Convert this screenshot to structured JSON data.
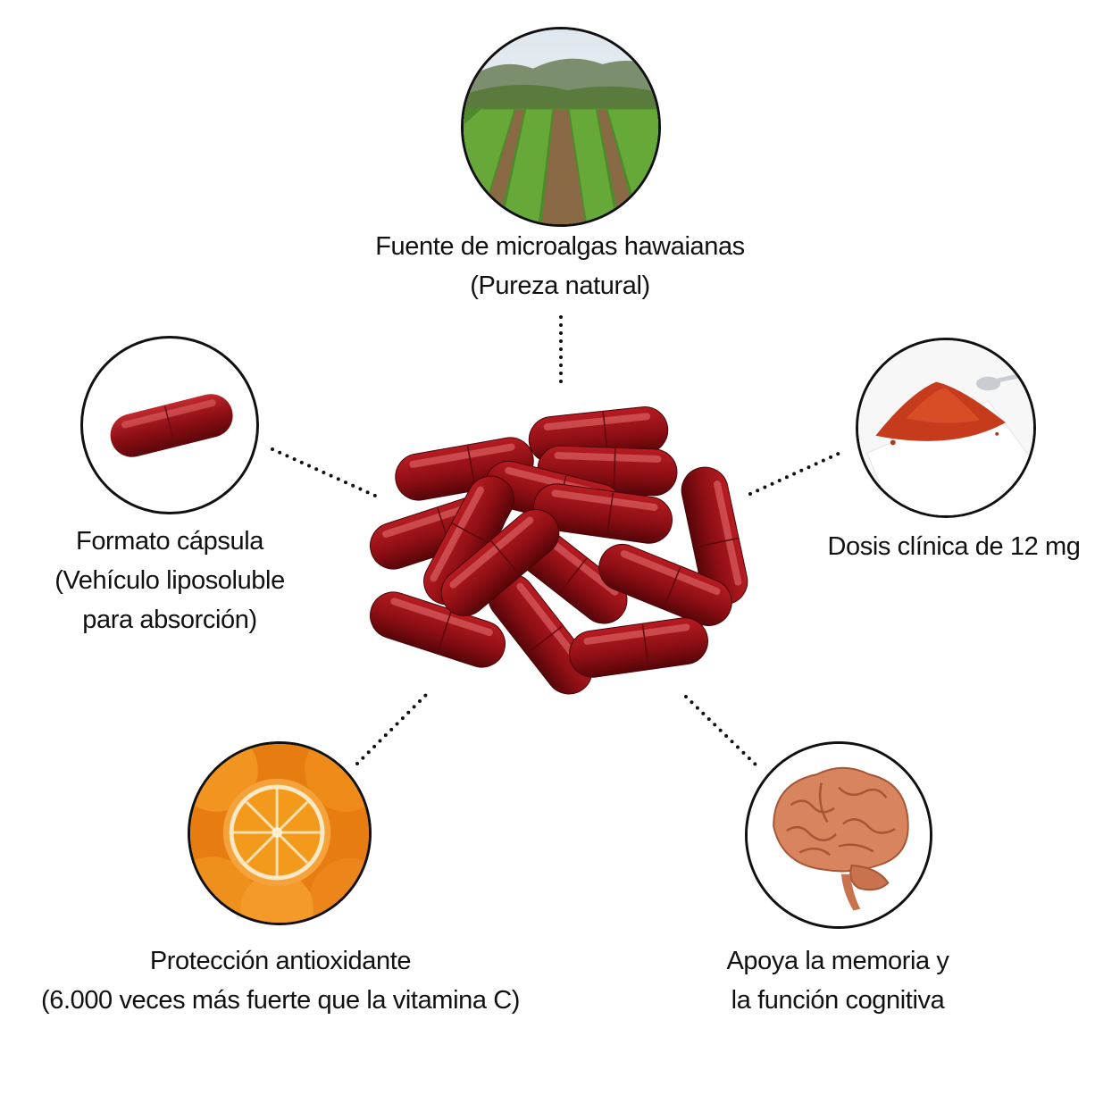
{
  "features": {
    "source": {
      "line1": "Fuente de microalgas hawaianas",
      "line2": "(Pureza natural)",
      "image": "farm-field"
    },
    "capsule": {
      "line1": "Formato cápsula",
      "line2": "(Vehículo liposoluble",
      "line3": "para absorción)",
      "image": "red-capsule"
    },
    "dose": {
      "line1": "Dosis clínica de 12 mg",
      "image": "red-powder-with-spoon"
    },
    "antioxidant": {
      "line1": "Protección antioxidante",
      "line2": "(6.000 veces más fuerte que la vitamina C)",
      "image": "oranges"
    },
    "memory": {
      "line1": "Apoya la memoria y",
      "line2": "la función cognitiva",
      "image": "brain"
    }
  },
  "colors": {
    "capsule_red": "#8e0f14",
    "capsule_highlight": "#d8474a",
    "border": "#111111",
    "text": "#111111"
  }
}
